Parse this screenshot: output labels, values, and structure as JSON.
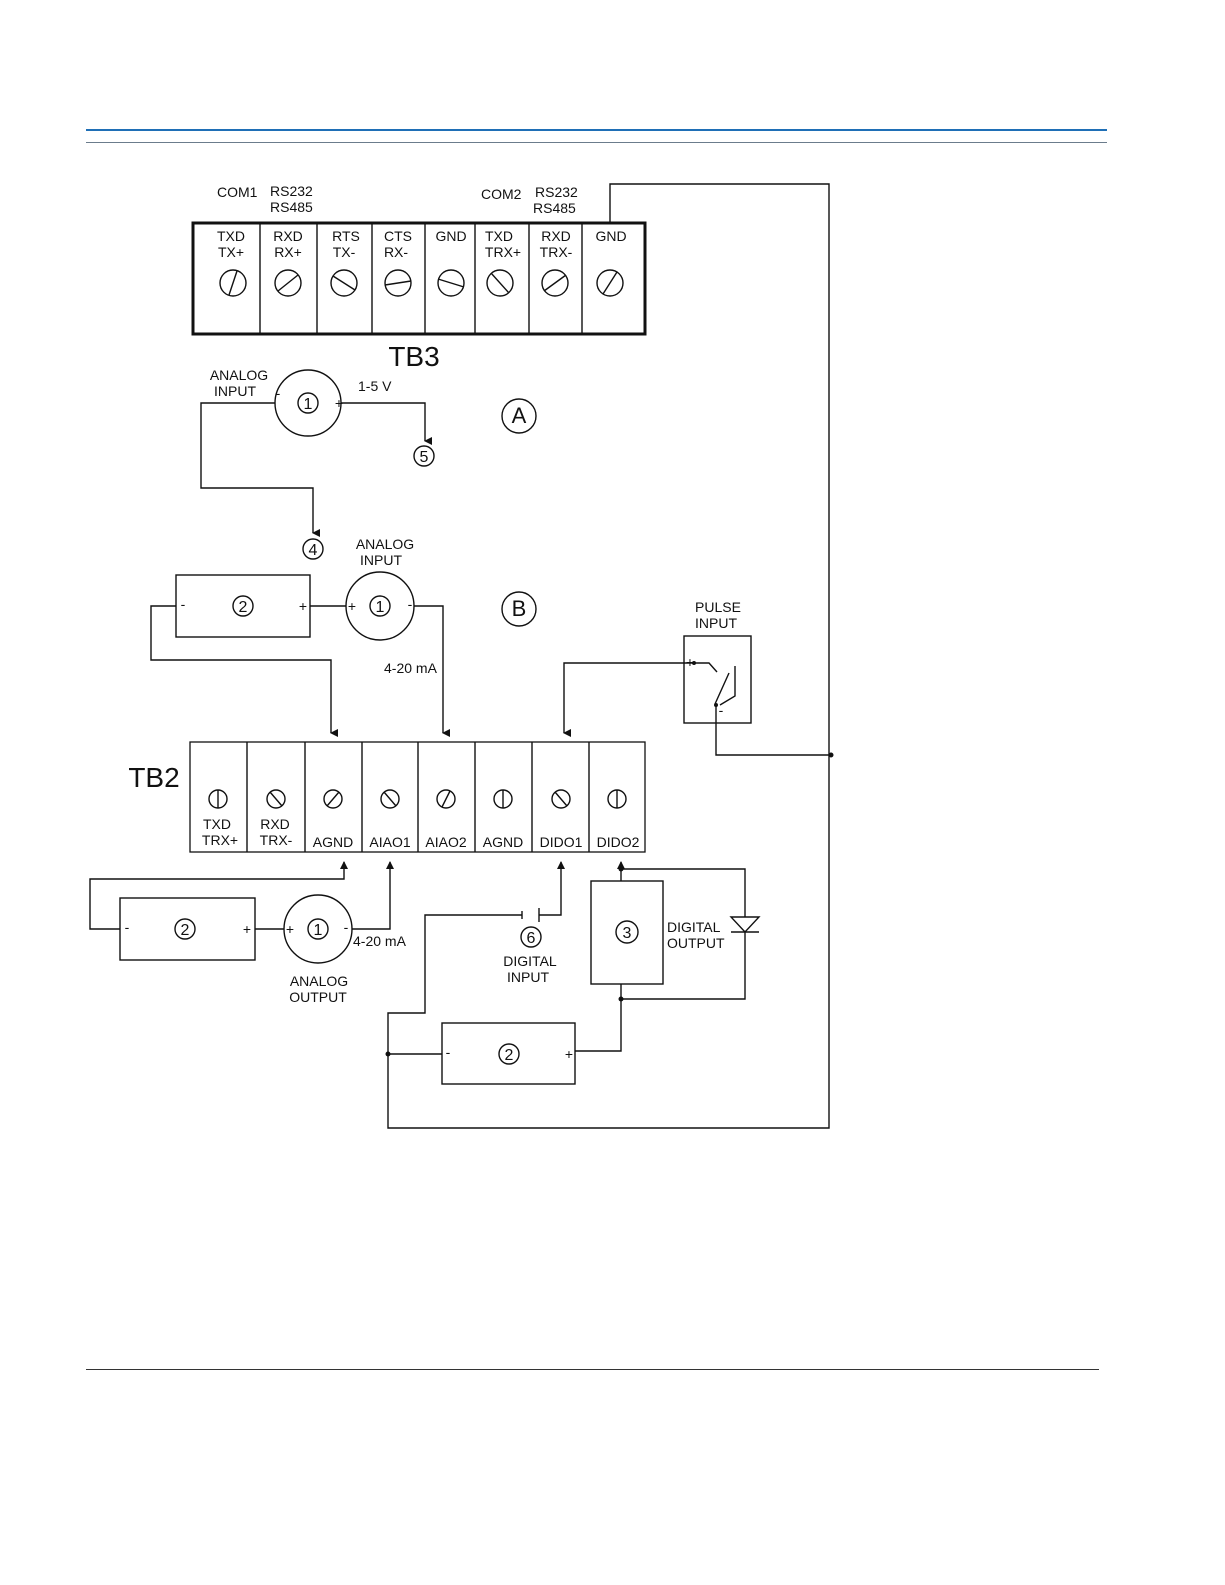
{
  "tb3": {
    "label": "TB3",
    "com1": {
      "name": "COM1",
      "type1": "RS232",
      "type2": "RS485"
    },
    "com2": {
      "name": "COM2",
      "type1": "RS232",
      "type2": "RS485"
    },
    "terminals": [
      {
        "l1": "TXD",
        "l2": "TX+"
      },
      {
        "l1": "RXD",
        "l2": "RX+"
      },
      {
        "l1": "RTS",
        "l2": "TX-"
      },
      {
        "l1": "CTS",
        "l2": "RX-"
      },
      {
        "l1": "GND",
        "l2": ""
      },
      {
        "l1": "TXD",
        "l2": "TRX+"
      },
      {
        "l1": "RXD",
        "l2": "TRX-"
      },
      {
        "l1": "GND",
        "l2": ""
      }
    ]
  },
  "tb2": {
    "label": "TB2",
    "terminals": [
      {
        "l1": "TXD",
        "l2": "TRX+"
      },
      {
        "l1": "RXD",
        "l2": "TRX-"
      },
      {
        "l1": "",
        "l2": "AGND"
      },
      {
        "l1": "",
        "l2": "AIAO1"
      },
      {
        "l1": "",
        "l2": "AIAO2"
      },
      {
        "l1": "",
        "l2": "AGND"
      },
      {
        "l1": "",
        "l2": "DIDO1"
      },
      {
        "l1": "",
        "l2": "DIDO2"
      }
    ]
  },
  "section_a": {
    "letter": "A",
    "input_l1": "ANALOG",
    "input_l2": "INPUT",
    "voltage": "1-5 V",
    "circle": "1",
    "ref_5": "5",
    "ref_4": "4"
  },
  "section_b": {
    "letter": "B",
    "input_l1": "ANALOG",
    "input_l2": "INPUT",
    "current": "4-20 mA",
    "circle": "1",
    "supply": "2"
  },
  "pulse": {
    "l1": "PULSE",
    "l2": "INPUT"
  },
  "analog_output": {
    "l1": "ANALOG",
    "l2": "OUTPUT",
    "current": "4-20 mA",
    "circle": "1",
    "supply": "2"
  },
  "digital_input": {
    "ref": "6",
    "l1": "DIGITAL",
    "l2": "INPUT"
  },
  "digital_output": {
    "ref": "3",
    "l1": "DIGITAL",
    "l2": "OUTPUT",
    "supply": "2"
  },
  "polarity": {
    "plus": "+",
    "minus": "-"
  }
}
